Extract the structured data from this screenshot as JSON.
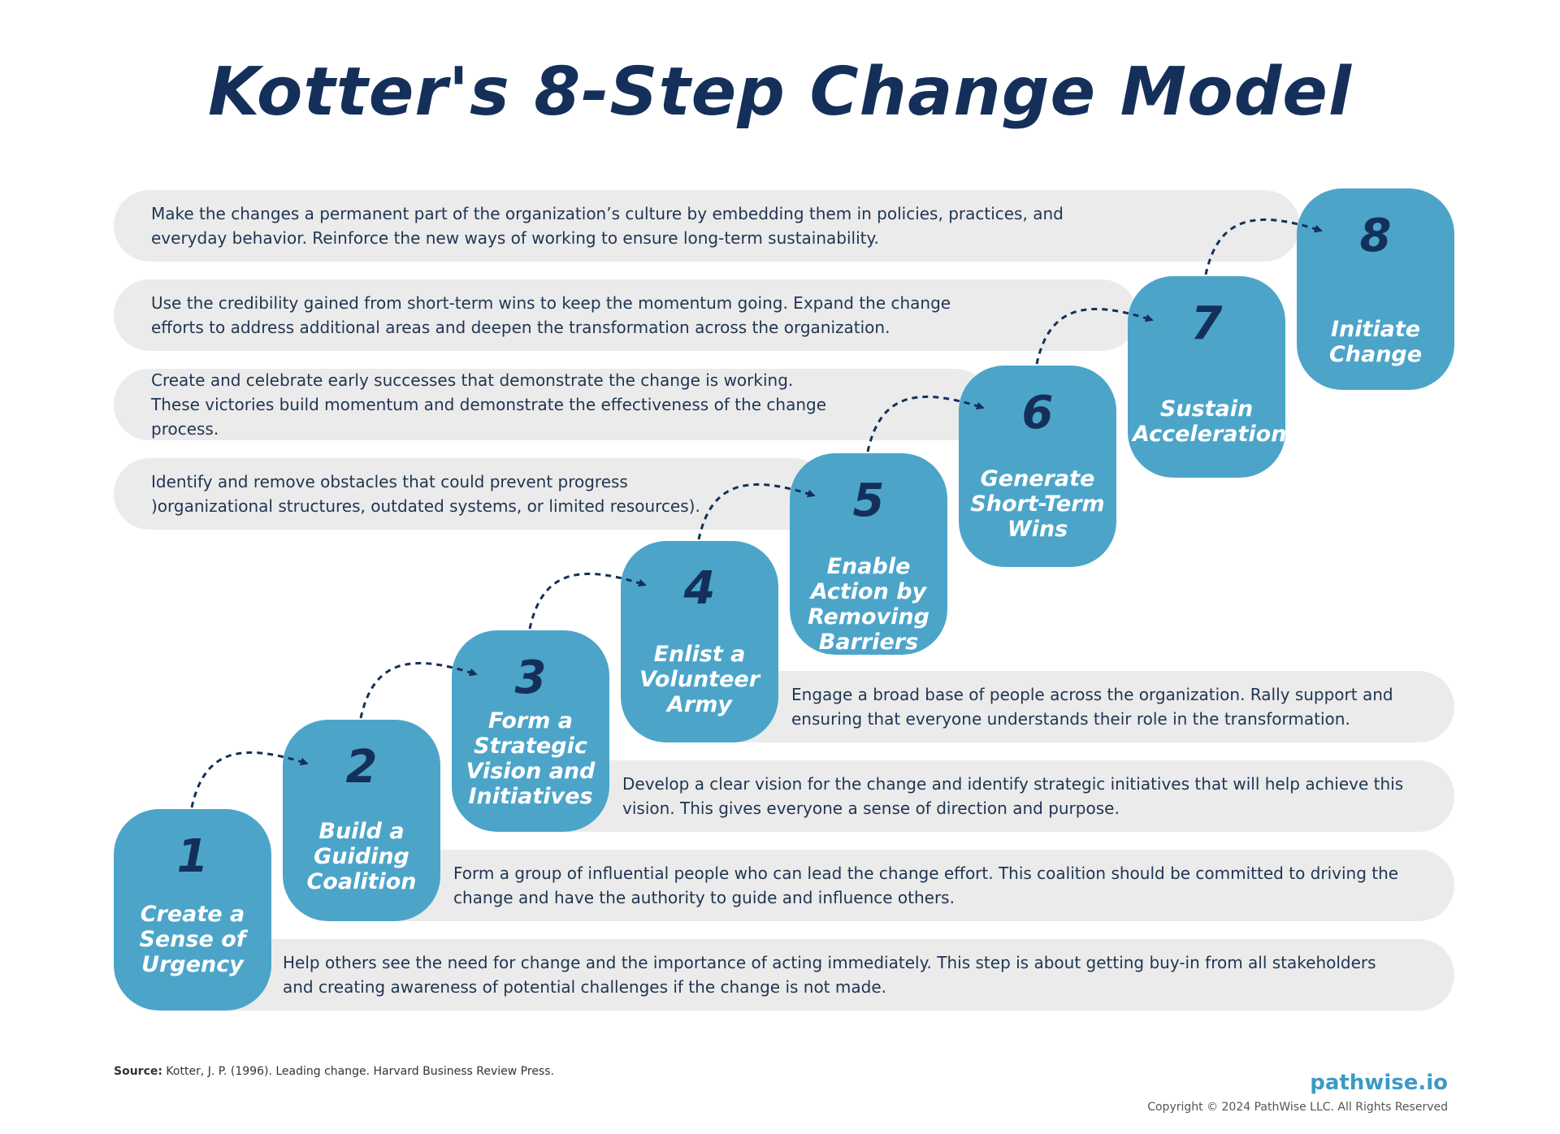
{
  "title": "Kotter's 8-Step Change Model",
  "steps": [
    {
      "number": "1",
      "label": "Create a Sense of Urgency",
      "description": "Help others see the need for change and the importance of acting immediately. This step is about getting buy-in from all stakeholders and creating awareness of potential challenges if the change is not made."
    },
    {
      "number": "2",
      "label": "Build a Guiding Coalition",
      "description": "Form a group of influential people who can lead the change effort. This coalition should be committed to driving the change and have the authority to guide and influence others."
    },
    {
      "number": "3",
      "label": "Form a Strategic Vision and Initiatives",
      "description": "Develop a clear vision for the change and identify strategic initiatives that will help achieve this vision. This gives everyone a sense of direction and purpose."
    },
    {
      "number": "4",
      "label": "Enlist a Volunteer Army",
      "description": "Engage a broad base of people across the organization. Rally support and ensuring that everyone understands their role in the transformation."
    },
    {
      "number": "5",
      "label": "Enable Action by Removing Barriers",
      "description": "Identify and remove obstacles that could prevent progress )organizational structures, outdated systems, or limited resources)."
    },
    {
      "number": "6",
      "label": "Generate Short-Term Wins",
      "description": "Create and celebrate early successes that demonstrate the change is working. These victories build momentum and demonstrate the effectiveness of the change process."
    },
    {
      "number": "7",
      "label": "Sustain Acceleration",
      "description": "Use the credibility gained from short-term wins to keep the momentum going. Expand the change efforts to address additional areas and deepen the transformation across the organization."
    },
    {
      "number": "8",
      "label": "Initiate Change",
      "description": "Make the changes a permanent part of the organization’s culture by embedding them in policies, practices, and everyday behavior. Reinforce the new ways of working to ensure long-term sustainability."
    }
  ],
  "footer": {
    "source_label": "Source:",
    "source_text": "Kotter, J. P. (1996). Leading change. Harvard Business Review Press.",
    "brand": "pathwise.io",
    "copyright": "Copyright © 2024 PathWise LLC. All Rights Reserved"
  },
  "colors": {
    "title": "#14305a",
    "box": "#4ca5c9",
    "bar": "#ebebeb",
    "brand": "#3c9ac4"
  }
}
